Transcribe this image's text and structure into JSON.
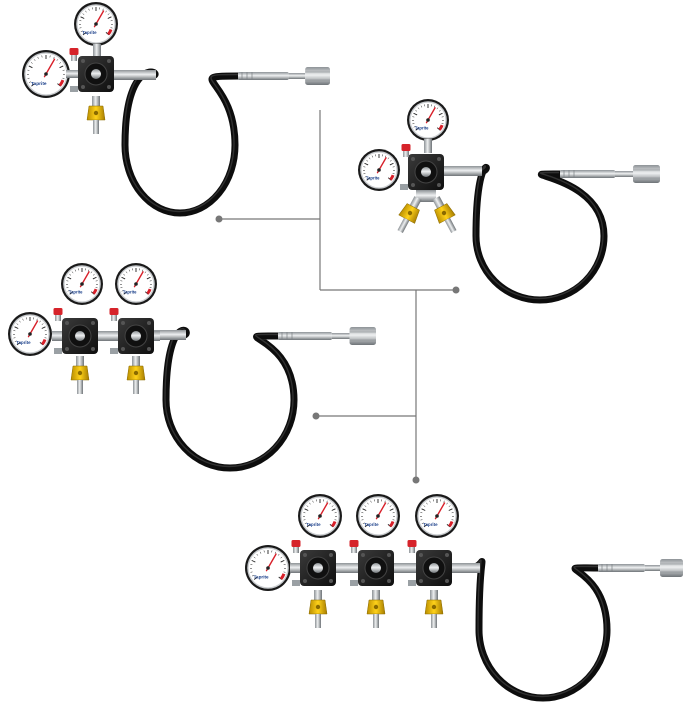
{
  "colors": {
    "connector": "#777777",
    "hose": "#0d0d0d",
    "gauge_rim": "#1a1a1a",
    "gauge_face": "#ffffff",
    "gauge_red": "#d8202a",
    "regulator_body": "#1e1e1e",
    "steel": "#b5b8bb",
    "valve_handle": "#e8b400",
    "red_knob": "#d6232a"
  },
  "gauge": {
    "brand": "Taprite",
    "icon": "pressure-gauge-icon"
  },
  "products": [
    {
      "name": "regulator-1-product",
      "outlets": 1
    },
    {
      "name": "regulator-2-product",
      "outlets": 2
    },
    {
      "name": "regulator-3-product",
      "outlets": 2
    },
    {
      "name": "regulator-4-product",
      "outlets": 3
    }
  ]
}
